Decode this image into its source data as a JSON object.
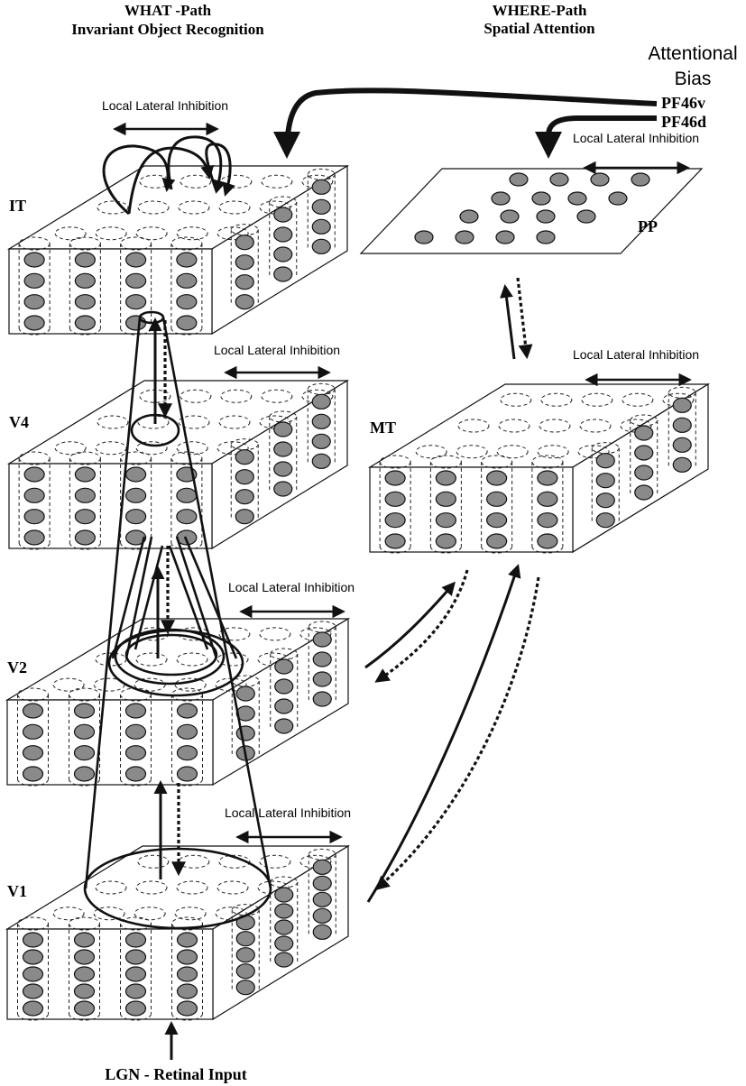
{
  "headers": {
    "what_line1": "WHAT -Path",
    "what_line2": "Invariant Object Recognition",
    "where_line1": "WHERE-Path",
    "where_line2": "Spatial Attention"
  },
  "attention": {
    "title_line1": "Attentional",
    "title_line2": "Bias",
    "pf46v": "PF46v",
    "pf46d": "PF46d"
  },
  "layers": {
    "it": "IT",
    "v4": "V4",
    "v2": "V2",
    "v1": "V1",
    "mt": "MT",
    "pp": "PP"
  },
  "inhibition_label": "Local Lateral Inhibition",
  "input_label": "LGN - Retinal Input"
}
